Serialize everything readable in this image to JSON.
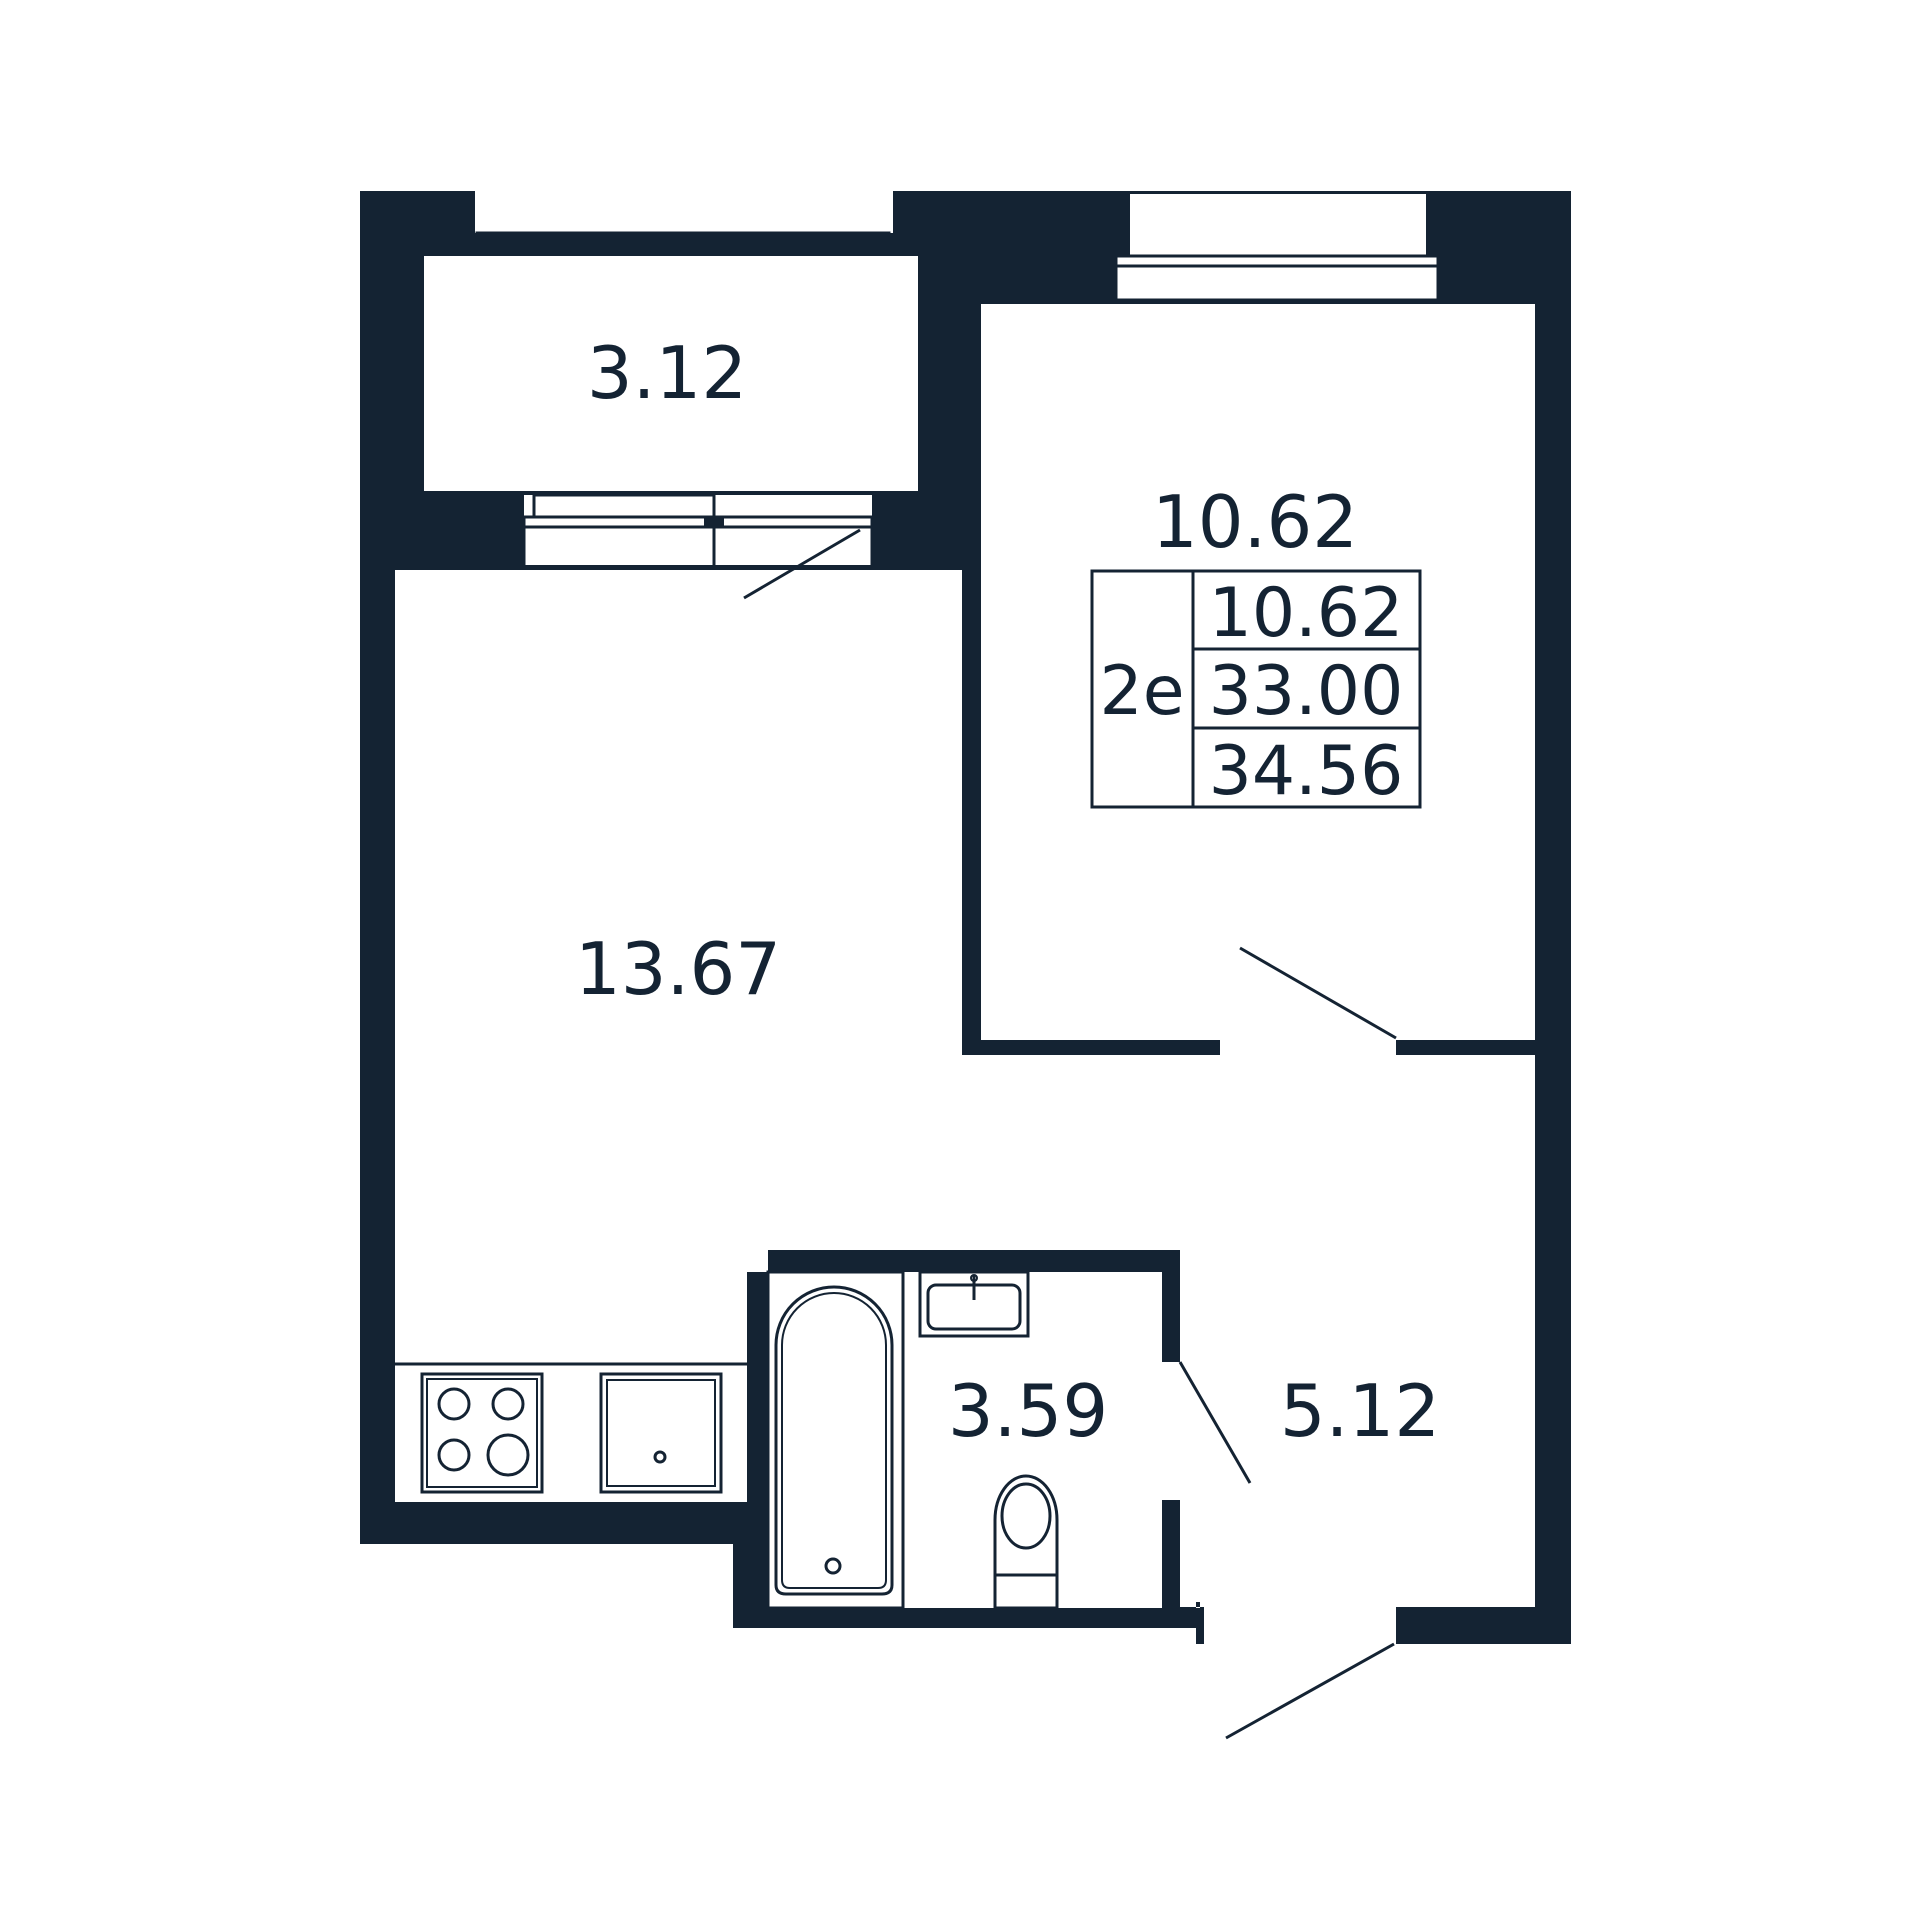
{
  "colors": {
    "wall": "#142333",
    "background": "#ffffff"
  },
  "rooms": {
    "balcony": "3.12",
    "bedroom": "10.62",
    "kitchen_living": "13.67",
    "bathroom": "3.59",
    "hallway": "5.12"
  },
  "summary": {
    "type": "2e",
    "living_area": "10.62",
    "total_area": "33.00",
    "total_with_balcony": "34.56"
  },
  "fixtures": [
    "stove-icon",
    "kitchen-sink-icon",
    "bathtub-icon",
    "washbasin-icon",
    "toilet-icon"
  ]
}
